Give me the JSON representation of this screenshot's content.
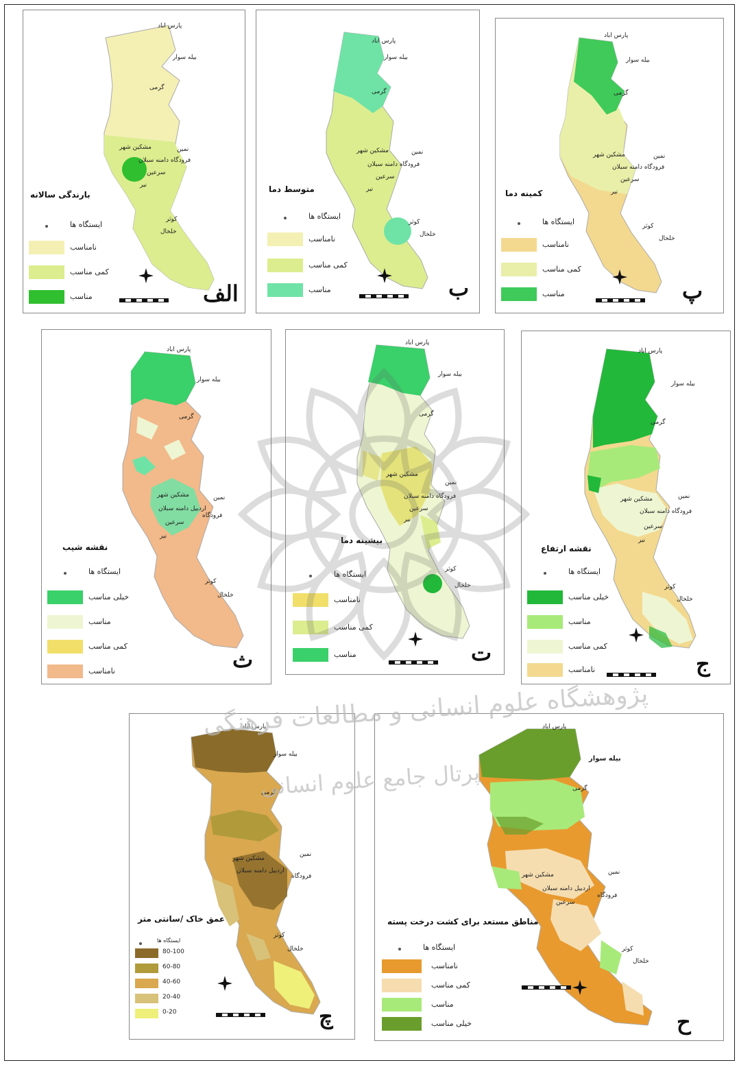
{
  "colors": {
    "light_yellow": "#f4f0b4",
    "yellow_green": "#dced8f",
    "green": "#2fbf2f",
    "mint": "#6fe3a6",
    "tan": "#f3d98f",
    "pale": "#eef5d2",
    "orange": "#f2b98a",
    "gold": "#f1df6a",
    "bright_green": "#3ad06a",
    "soil_1": "#8a6b2a",
    "soil_2": "#b09a3a",
    "soil_3": "#d9a84f",
    "soil_4": "#d8c27a",
    "soil_5": "#eef07a",
    "fin_1": "#e89a2f",
    "fin_2": "#f5ddb0",
    "fin_3": "#a8ea7a",
    "fin_4": "#6a9e2c"
  },
  "places": {
    "parsabad": "پارس اباد",
    "bilesavar": "بیله سوار",
    "germi": "گرمی",
    "meshkin": "مشکین شهر",
    "namin": "نمین",
    "airport": "فرودگاه دامنه سبلان",
    "sarein": "سرعین",
    "nir": "نیر",
    "kowsar": "کوثر",
    "khalkhal": "خلخال",
    "airport_alt": "فرودگاه",
    "ardabil_alt": "اردبیل دامنه سبلان"
  },
  "stations_label": "ایستگاه ها",
  "panels": [
    {
      "id": "alef",
      "letter": "الف",
      "title": "بارندگی سالانه",
      "legend": [
        "نامناسب",
        "کمی مناسب",
        "مناسب"
      ]
    },
    {
      "id": "be",
      "letter": "ب",
      "title": "متوسط دما",
      "legend": [
        "نامناسب",
        "کمی مناسب",
        "مناسب"
      ]
    },
    {
      "id": "pe",
      "letter": "پ",
      "title": "کمینه دما",
      "legend": [
        "نامناسب",
        "کمی مناسب",
        "مناسب"
      ]
    },
    {
      "id": "se",
      "letter": "ث",
      "title": "نقشه شیب",
      "legend": [
        "خیلی مناسب",
        "مناسب",
        "کمی مناسب",
        "نامناسب"
      ]
    },
    {
      "id": "te",
      "letter": "ت",
      "title": "بیشینه دما",
      "legend": [
        "نامناسب",
        "کمی مناسب",
        "مناسب"
      ]
    },
    {
      "id": "jim",
      "letter": "ج",
      "title": "نقشه ارتفاع",
      "legend": [
        "خیلی مناسب",
        "مناسب",
        "کمی مناسب",
        "نامناسب"
      ]
    },
    {
      "id": "che",
      "letter": "چ",
      "title": "عمق خاک /سانتی متر",
      "legend": [
        "80-100",
        "60-80",
        "40-60",
        "20-40",
        "0-20"
      ]
    },
    {
      "id": "he",
      "letter": "ح",
      "title": "مناطق مستعد برای کشت درخت پسته",
      "legend": [
        "نامناسب",
        "کمی مناسب",
        "مناسب",
        "خیلی مناسب"
      ]
    }
  ],
  "watermark": {
    "line1": "پژوهشگاه علوم انسانی و مطالعات فرهنگی",
    "line2": "پرتال جامع علوم انسانی"
  }
}
